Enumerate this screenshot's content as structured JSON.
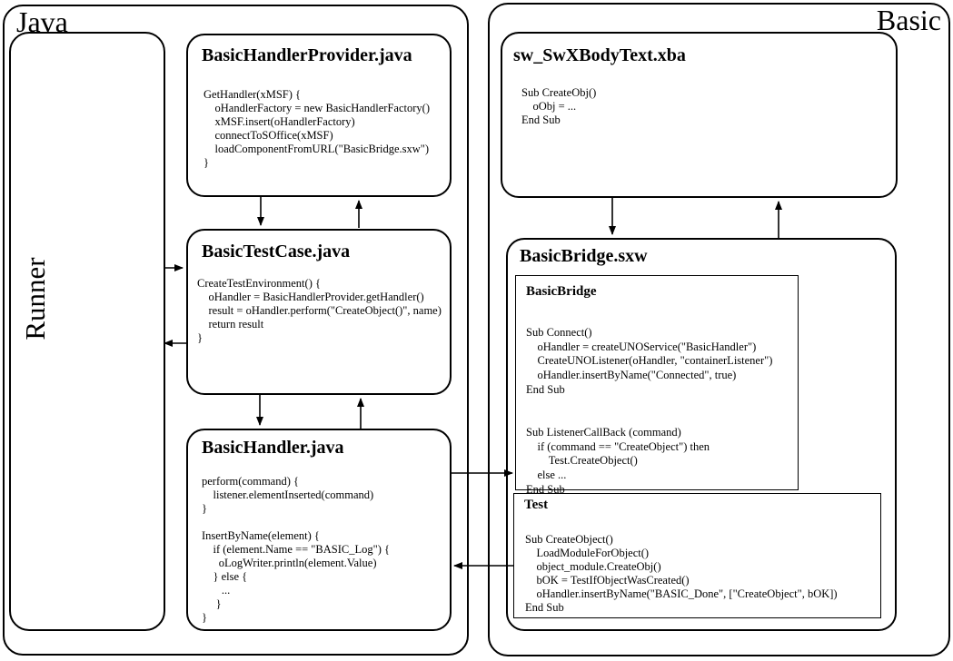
{
  "colors": {
    "ink": "#000000",
    "background": "#ffffff"
  },
  "regions": {
    "java": {
      "label": "Java"
    },
    "basic": {
      "label": "Basic"
    },
    "runner": {
      "label": "Runner"
    }
  },
  "boxes": {
    "basic_handler_provider": {
      "title": "BasicHandlerProvider.java",
      "code": [
        "GetHandler(xMSF) {",
        "    oHandlerFactory = new BasicHandlerFactory()",
        "    xMSF.insert(oHandlerFactory)",
        "    connectToSOffice(xMSF)",
        "    loadComponentFromURL(\"BasicBridge.sxw\")",
        "}"
      ]
    },
    "basic_test_case": {
      "title": "BasicTestCase.java",
      "code": [
        "CreateTestEnvironment() {",
        "    oHandler = BasicHandlerProvider.getHandler()",
        "    result = oHandler.perform(\"CreateObject()\", name)",
        "    return result",
        "}"
      ]
    },
    "basic_handler": {
      "title": "BasicHandler.java",
      "code": [
        "perform(command) {",
        "    listener.elementInserted(command)",
        "}",
        "",
        "InsertByName(element) {",
        "    if (element.Name == \"BASIC_Log\") {",
        "      oLogWriter.println(element.Value)",
        "    } else {",
        "       ...",
        "     }",
        "}"
      ]
    },
    "sw_swx_body_text": {
      "title": "sw_SwXBodyText.xba",
      "code": [
        "Sub CreateObj()",
        "    oObj = ...",
        "End Sub"
      ]
    },
    "basic_bridge_sxw": {
      "title": "BasicBridge.sxw"
    },
    "basic_bridge_module": {
      "title": "BasicBridge",
      "code": [
        "Sub Connect()",
        "    oHandler = createUNOService(\"BasicHandler\")",
        "    CreateUNOListener(oHandler, \"containerListener\")",
        "    oHandler.insertByName(\"Connected\", true)",
        "End Sub",
        "",
        "",
        "Sub ListenerCallBack (command)",
        "    if (command == \"CreateObject\") then",
        "        Test.CreateObject()",
        "    else ...",
        "End Sub"
      ]
    },
    "test_module": {
      "title": "Test",
      "code": [
        "Sub CreateObject()",
        "    LoadModuleForObject()",
        "    object_module.CreateObj()",
        "    bOK = TestIfObjectWasCreated()",
        "    oHandler.insertByName(\"BASIC_Done\", [\"CreateObject\", bOK])",
        "End Sub"
      ]
    }
  }
}
